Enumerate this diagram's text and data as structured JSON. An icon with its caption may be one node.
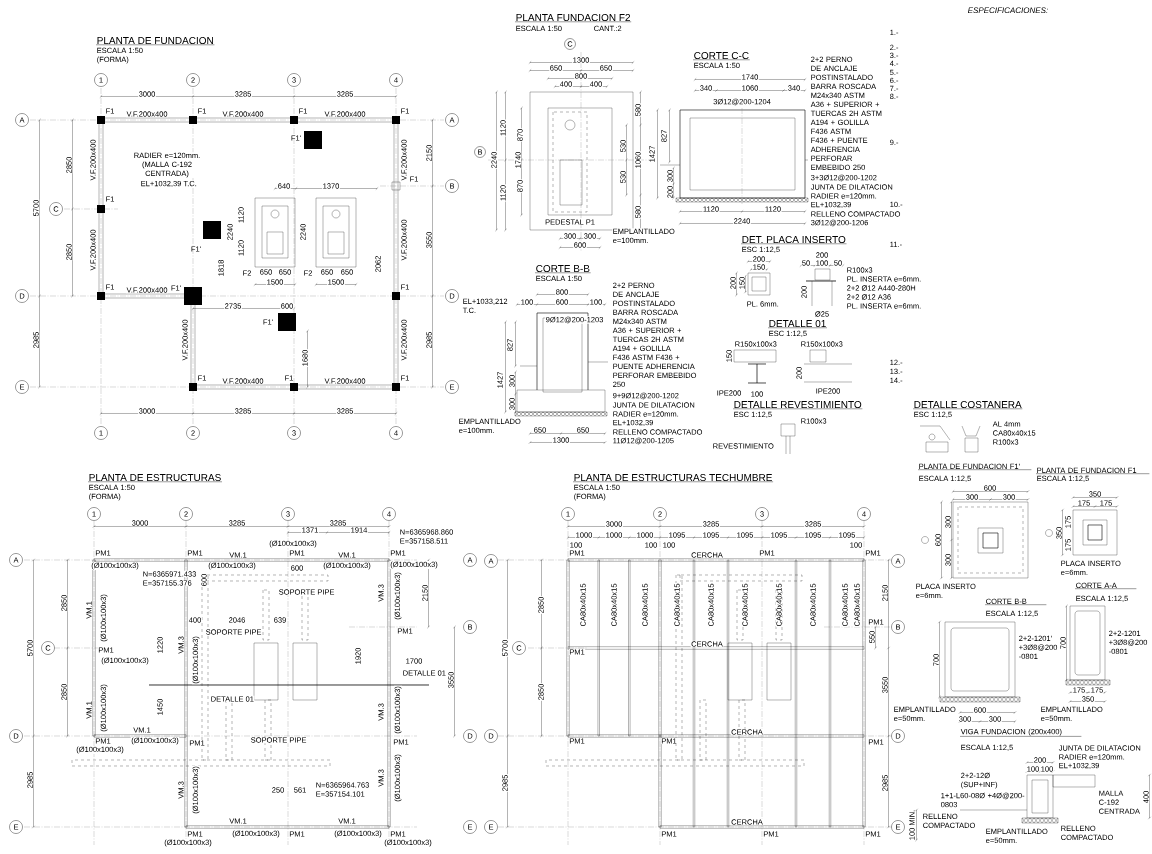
{
  "diagram": {
    "labels": [
      "PLANTA DE FUNDACION",
      "ESCALA 1:50",
      "(FORMA)",
      "1",
      "2",
      "3",
      "4",
      "1",
      "2",
      "3",
      "4",
      "A",
      "C",
      "D",
      "E",
      "A",
      "B",
      "D",
      "E",
      "3000",
      "3285",
      "3285",
      "3000",
      "3285",
      "3285",
      "5700",
      "2850",
      "2850",
      "2985",
      "2150",
      "3550",
      "2985",
      "V.F.200x400",
      "V.F.200x400",
      "V.F.200x400",
      "V.F.200x400",
      "V.F.200x400",
      "V.F.200x400",
      "V.F.200x400",
      "V.F.200x400",
      "V.F.200x400",
      "V.F.200x400",
      "V.F.200x400",
      "V.F.200x400",
      "F1",
      "F1",
      "F1",
      "F1",
      "F1",
      "F1",
      "F1",
      "F1",
      "F1",
      "F1",
      "F1",
      "F1'",
      "F1'",
      "F1'",
      "F1'",
      "F2",
      "F2",
      "RADIER e=120mm. (MALLA C-192 CENTRADA)",
      "EL+1032,39 T.C.",
      "640",
      "1370",
      "1120",
      "1120",
      "2240",
      "2240",
      "650",
      "650",
      "650",
      "650",
      "1500",
      "1500",
      "1818",
      "2062",
      "2735",
      "600",
      "1680",
      "PLANTA FUNDACION F2",
      "ESCALA 1:50",
      "CANT.:2",
      "C",
      "B",
      "1300",
      "650",
      "650",
      "800",
      "400",
      "400",
      "2240",
      "1120",
      "1120",
      "1740",
      "870",
      "870",
      "580",
      "530",
      "1060",
      "530",
      "580",
      "PEDESTAL P1",
      "300",
      "300",
      "600",
      "CORTE C-C",
      "ESCALA 1:50",
      "2+2 PERNO DE ANCLAJE POSTINSTALADO BARRA ROSCADA M24x340 ASTM A36 + SUPERIOR + TUERCAS 2H ASTM A194 + GOLILLA F436 ASTM F436 + PUENTE ADHERENCIA PERFORAR EMBEBIDO 250",
      "1740",
      "340",
      "1060",
      "340",
      "3Ø12@200-1204",
      "827",
      "1427",
      "300",
      "200",
      "3+3Ø12@200-1202",
      "JUNTA DE DILATACION",
      "RADIER e=120mm.",
      "EL+1032,39",
      "RELLENO COMPACTADO",
      "3Ø12@200-1206",
      "EMPLANTILLADO e=100mm.",
      "1120",
      "1120",
      "2240",
      "CORTE B-B",
      "ESCALA 1:50",
      "2+2 PERNO DE ANCLAJE POSTINSTALADO BARRA ROSCADA M24x340 ASTM A36 + SUPERIOR + TUERCAS 2H ASTM A194 + GOLILLA F436 ASTM F436 + PUENTE ADHERENCIA PERFORAR EMBEBIDO 250",
      "800",
      "100",
      "600",
      "100",
      "EL+1033,212 T.C.",
      "9Ø12@200-1203",
      "9+9Ø12@200-1202",
      "JUNTA DE DILATACION",
      "RADIER e=120mm.",
      "EL+1032,39",
      "RELLENO COMPACTADO",
      "11Ø12@200-1205",
      "EMPLANTILLADO e=100mm.",
      "650",
      "650",
      "1300",
      "827",
      "1427",
      "300",
      "300",
      "DET. PLACA INSERTO",
      "ESC 1:12,5",
      "200",
      "150",
      "PL. 6mm.",
      "200",
      "150",
      "200",
      "50",
      "100",
      "50",
      "R100x3",
      "PL. INSERTA e=6mm.",
      "2+2 Ø12 A440-280H",
      "2+2 Ø12 A36",
      "PL. INSERTA e=6mm.",
      "200",
      "Ø25",
      "DETALLE 01",
      "ESC 1:12,5",
      "R150x100x3",
      "R150x100x3",
      "150",
      "200",
      "IPE200",
      "IPE200",
      "100",
      "DETALLE REVESTIMIENTO",
      "ESC 1:12,5",
      "R100x3",
      "REVESTIMIENTO",
      "ESPECIFICACIONES:",
      "1.-",
      "2.-",
      "3.-",
      "4.-",
      "5.-",
      "6.-",
      "7.-",
      "8.-",
      "9.-",
      "10.-",
      "11.-",
      "12.-",
      "13.-",
      "14.-",
      "DETALLE COSTANERA",
      "ESC 1:12,5",
      "AL 4mm",
      "CA80x40x15",
      "R100x3",
      "PLANTA DE ESTRUCTURAS",
      "ESCALA 1:50",
      "(FORMA)",
      "1",
      "2",
      "3",
      "4",
      "A",
      "C",
      "D",
      "E",
      "A",
      "B",
      "D",
      "E",
      "3000",
      "3285",
      "3285",
      "1371",
      "1914",
      "5700",
      "2850",
      "2850",
      "2985",
      "2150",
      "1220",
      "1920",
      "3550",
      "1450",
      "400",
      "2046",
      "639",
      "600",
      "600",
      "1700",
      "250",
      "561",
      "N=6365968.860",
      "E=357158.511",
      "N=6365971.433",
      "E=357155.376",
      "N=6365964.763",
      "E=357154.101",
      "SOPORTE PIPE",
      "SOPORTE PIPE",
      "SOPORTE PIPE",
      "DETALLE 01",
      "DETALLE 01",
      "VM.1",
      "VM.1",
      "VM.1",
      "VM.1",
      "VM.1",
      "VM.1",
      "VM.1",
      "VM.3",
      "VM.3",
      "VM.3",
      "VM.3",
      "VM.3",
      "PM1",
      "PM1",
      "PM1",
      "PM1",
      "PM1",
      "PM1",
      "PM1",
      "PM1",
      "PM1",
      "PM1",
      "PM1",
      "PM1",
      "(Ø100x100x3)",
      "(Ø100x100x3)",
      "(Ø100x100x3)",
      "(Ø100x100x3)",
      "(Ø100x100x3)",
      "(Ø100x100x3)",
      "(Ø100x100x3)",
      "(Ø100x100x3)",
      "(Ø100x100x3)",
      "(Ø100x100x3)",
      "(Ø100x100x3)",
      "(Ø100x100x3)",
      "(Ø100x100x3)",
      "(Ø100x100x3)",
      "(Ø100x100x3)",
      "(Ø100x100x3)",
      "(Ø100x100x3)",
      "(Ø100x100x3)",
      "(Ø100x100x3)",
      "PLANTA DE ESTRUCTURAS TECHUMBRE",
      "ESCALA 1:50",
      "(FORMA)",
      "1",
      "2",
      "3",
      "4",
      "A",
      "C",
      "D",
      "E",
      "A",
      "B",
      "D",
      "E",
      "3000",
      "3285",
      "3285",
      "1000",
      "1000",
      "1000",
      "1095",
      "1095",
      "1095",
      "1095",
      "1095",
      "1095",
      "100",
      "100",
      "100",
      "100",
      "5700",
      "2850",
      "2850",
      "2985",
      "2150",
      "3550",
      "550",
      "2985",
      "CERCHA",
      "CERCHA",
      "CERCHA",
      "CERCHA",
      "CA80x40x15",
      "CA80x40x15",
      "CA80x40x15",
      "CA80x40x15",
      "CA80x40x15",
      "CA80x40x15",
      "CA80x40x15",
      "CA80x40x15",
      "CA80x40x15",
      "CA80x40x15",
      "PM1",
      "PM1",
      "PM1",
      "PM1",
      "PM1",
      "PM1",
      "PM1",
      "PM1",
      "PM1",
      "PM1",
      "PM1",
      "PLANTA DE FUNDACION F1'",
      "PLANTA DE FUNDACION F1",
      "ESCALA 1:12,5",
      "ESCALA 1:12,5",
      "600",
      "300",
      "300",
      "600",
      "300",
      "300",
      "350",
      "175",
      "175",
      "350",
      "175",
      "175",
      "PLACA INSERTO e=6mm.",
      "PLACA INSERTO e=6mm.",
      "CORTE B-B",
      "CORTE A-A",
      "ESCALA 1:12,5",
      "ESCALA 1:12,5",
      "700",
      "2+2-1201' +3Ø8@200 -0801",
      "700",
      "2+2-1201 +3Ø8@200 -0801",
      "175",
      "175",
      "EMPLANTILLADO e=50mm.",
      "600",
      "350",
      "300",
      "300",
      "EMPLANTILLADO e=50mm.",
      "VIGA FUNDACION (200x400)",
      "ESCALA 1:12,5",
      "JUNTA DE DILATACION",
      "RADIER e=120mm.",
      "200",
      "EL+1032,39",
      "100",
      "100",
      "2+2-12Ø (SUP+INF)",
      "MALLA C-192 CENTRADA",
      "400",
      "1+1-L60-08Ø +4Ø@200-0803",
      "RELLENO COMPACTADO",
      "100 MIN.",
      "RELLENO COMPACTADO",
      "EMPLANTILLADO e=50mm."
    ]
  }
}
